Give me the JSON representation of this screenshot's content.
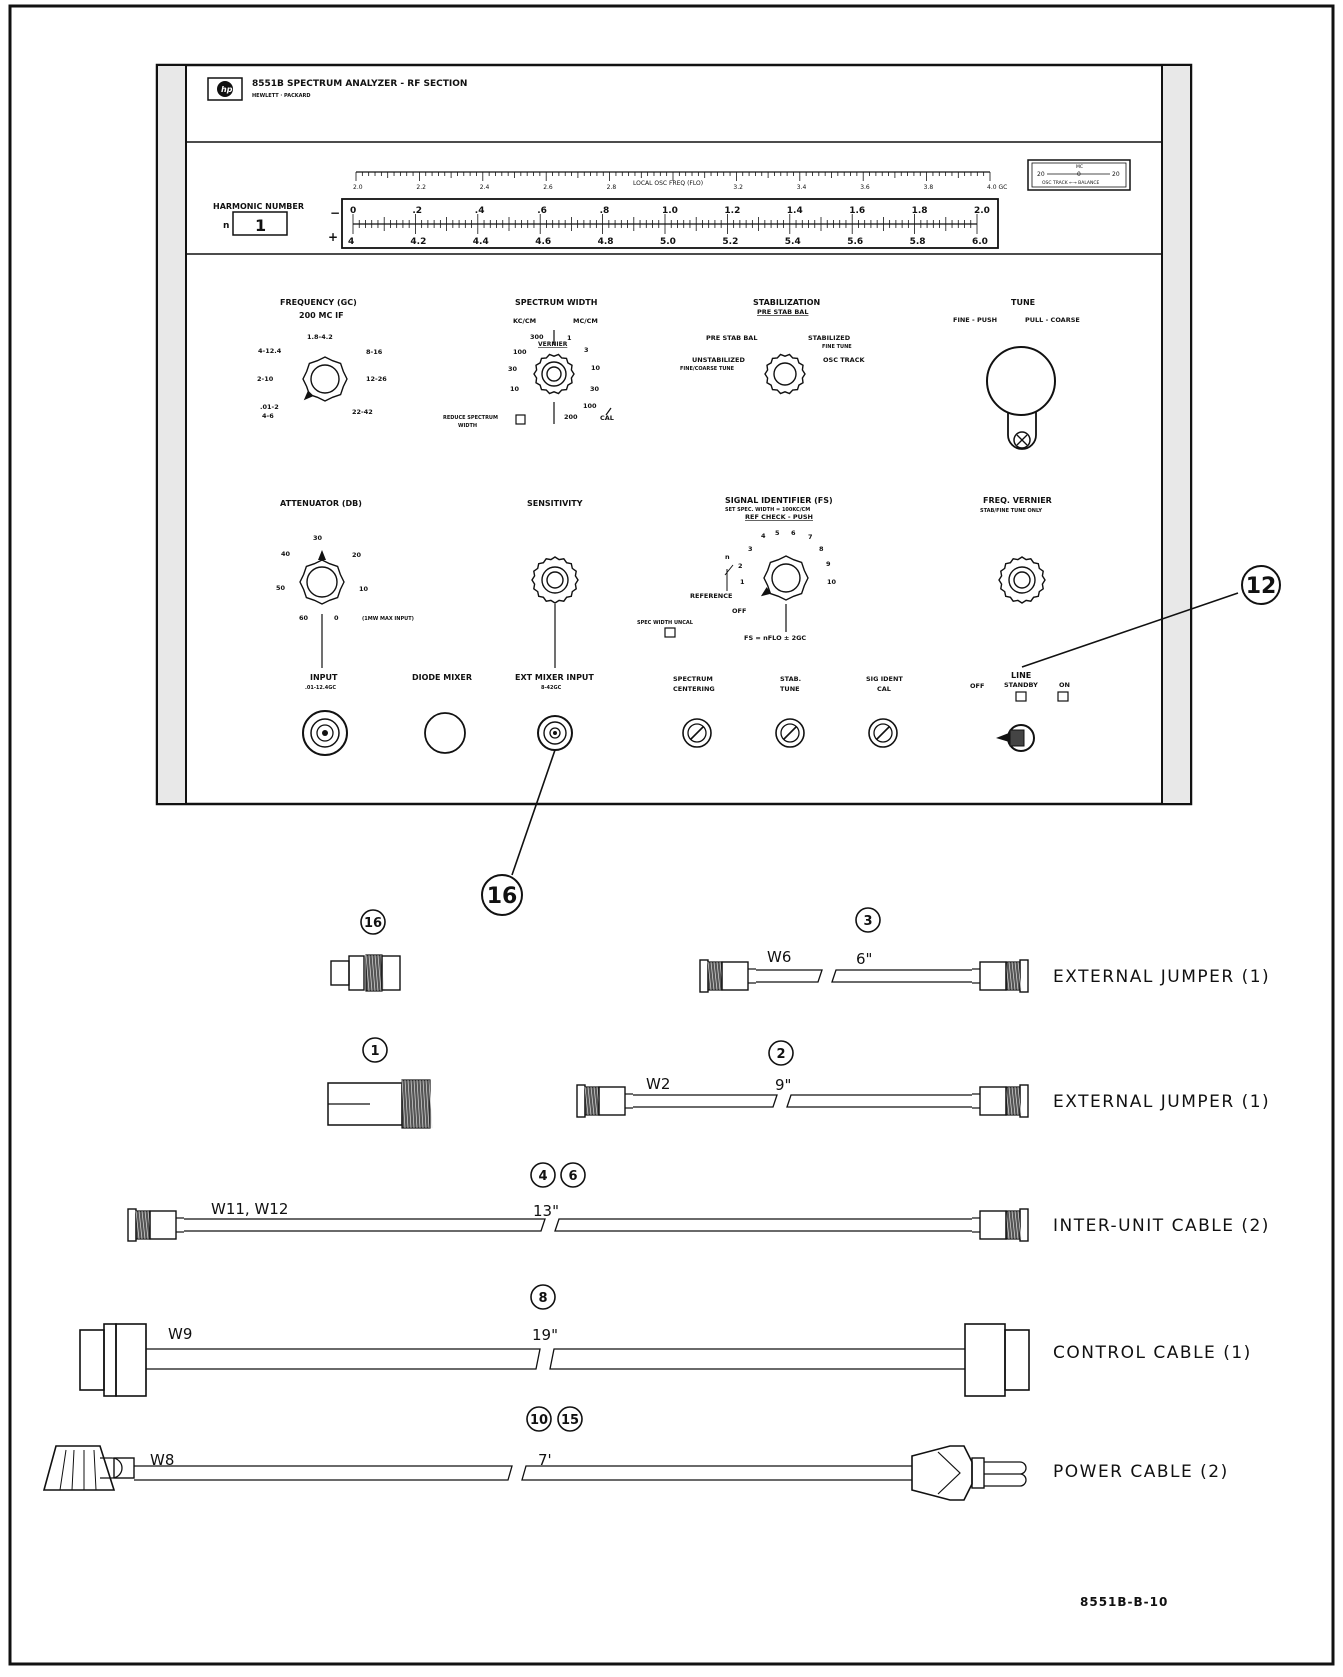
{
  "panel": {
    "title": "8551B SPECTRUM ANALYZER - RF SECTION",
    "maker": "HEWLETT · PACKARD",
    "harmonic_label": "HARMONIC NUMBER",
    "harmonic_n": "n",
    "harmonic_value": "1",
    "local_osc_label": "LOCAL OSC FREQ (FLO)",
    "top_scale": [
      "2.0",
      "2.2",
      "2.4",
      "2.6",
      "2.8",
      "3.2",
      "3.4",
      "3.6",
      "3.8",
      "4.0 GC"
    ],
    "minus_sign": "−",
    "plus_sign": "+",
    "minus_scale": [
      "0",
      ".2",
      ".4",
      ".6",
      ".8",
      "1.0",
      "1.2",
      "1.4",
      "1.6",
      "1.8",
      "2.0"
    ],
    "plus_scale": [
      "4",
      "4.2",
      "4.4",
      "4.6",
      "4.8",
      "5.0",
      "5.2",
      "5.4",
      "5.6",
      "5.8",
      "6.0"
    ],
    "balance_meter": {
      "left": "20",
      "mid": "0",
      "right": "20",
      "top": "MC",
      "caption": "OSC TRACK ←→ BALANCE"
    },
    "frequency": {
      "title": "FREQUENCY (GC)",
      "sub": "200 MC IF",
      "ranges": [
        "1.8-4.2",
        "8-16",
        "4-12.4",
        "2-10",
        "12-26",
        ".01-2",
        "4-6",
        "22-42"
      ]
    },
    "spectrum_width": {
      "title": "SPECTRUM WIDTH",
      "vernier": "VERNIER",
      "kc": "KC/CM",
      "mc": "MC/CM",
      "left_scale": [
        "300",
        "100",
        "30",
        "10"
      ],
      "right_scale": [
        "1",
        "3",
        "10",
        "30",
        "100"
      ],
      "bottom": "200",
      "cal": "CAL",
      "reduce": "REDUCE SPECTRUM",
      "width": "WIDTH"
    },
    "stabilization": {
      "title": "STABILIZATION",
      "sub": "PRE STAB BAL",
      "pre": "PRE STAB BAL",
      "stabilized": "STABILIZED",
      "fine_tune": "FINE TUNE",
      "unstabilized": "UNSTABILIZED",
      "fine_coarse": "FINE/COARSE TUNE",
      "osc_track": "OSC TRACK"
    },
    "tune": {
      "title": "TUNE",
      "fine": "FINE - PUSH",
      "coarse": "PULL - COARSE"
    },
    "attenuator": {
      "title": "ATTENUATOR (DB)",
      "marks": [
        "30",
        "40",
        "20",
        "50",
        "10",
        "60",
        "0"
      ],
      "max_input": "(1MW MAX INPUT)"
    },
    "sensitivity": {
      "title": "SENSITIVITY"
    },
    "signal_identifier": {
      "title": "SIGNAL IDENTIFIER (FS)",
      "sub": "SET SPEC. WIDTH = 100KC/CM",
      "ref": "REF CHECK - PUSH",
      "n": "n",
      "marks": [
        "1",
        "2",
        "3",
        "4",
        "5",
        "6",
        "7",
        "8",
        "9",
        "10"
      ],
      "reference": "REFERENCE",
      "off": "OFF",
      "formula": "FS = nFLO ± 2GC",
      "spec_uncal": "SPEC WIDTH UNCAL"
    },
    "freq_vernier": {
      "title": "FREQ. VERNIER",
      "sub": "STAB/FINE TUNE ONLY"
    },
    "input": {
      "title": "INPUT",
      "sub": ".01-12.4GC"
    },
    "diode_mixer": "DIODE MIXER",
    "ext_mixer": {
      "title": "EXT MIXER INPUT",
      "sub": "8-42GC"
    },
    "spectrum_centering": [
      "SPECTRUM",
      "CENTERING"
    ],
    "stab_tune": [
      "STAB.",
      "TUNE"
    ],
    "sig_ident_cal": [
      "SIG IDENT",
      "CAL"
    ],
    "line": {
      "title": "LINE",
      "off": "OFF",
      "standby": "STANDBY",
      "on": "ON"
    }
  },
  "callouts": {
    "c12": "12",
    "c16": "16"
  },
  "accessories": [
    {
      "id": "16",
      "label": ""
    },
    {
      "id": "3",
      "wire": "W6",
      "length": "6\"",
      "label": "EXTERNAL JUMPER (1)"
    },
    {
      "id": "1",
      "label": ""
    },
    {
      "id": "2",
      "wire": "W2",
      "length": "9\"",
      "label": "EXTERNAL JUMPER (1)"
    },
    {
      "ids": [
        "4",
        "6"
      ],
      "wire": "W11, W12",
      "length": "13\"",
      "label": "INTER-UNIT CABLE (2)"
    },
    {
      "id": "8",
      "wire": "W9",
      "length": "19\"",
      "label": "CONTROL CABLE (1)"
    },
    {
      "ids": [
        "10",
        "15"
      ],
      "wire": "W8",
      "length": "7'",
      "label": "POWER CABLE (2)"
    }
  ],
  "figure_id": "8551B-B-10"
}
